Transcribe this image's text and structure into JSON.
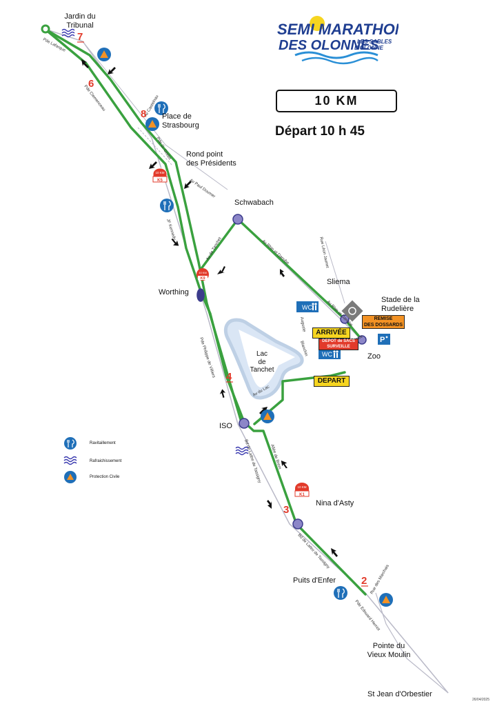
{
  "logo": {
    "line1": "Semi Marathon",
    "line2": "des Olonnes",
    "line3": "Les Sables d'Olonne"
  },
  "distance": "10 KM",
  "start_time": "Départ 10 h 45",
  "places": {
    "jardin": "Jardin du\nTribunal",
    "strasbourg": "Place de\nStrasbourg",
    "presidents": "Rond point\ndes Présidents",
    "schwabach": "Schwabach",
    "worthing": "Worthing",
    "sliema": "Sliema",
    "stade": "Stade de la\nRudelière",
    "zoo": "Zoo",
    "lac": "Lac\nde\nTanchet",
    "iso": "ISO",
    "nina": "Nina d'Asty",
    "puits": "Puits d'Enfer",
    "pointe": "Pointe du\nVieux Moulin",
    "stjean": "St Jean d'Orbestier"
  },
  "streets": {
    "lafarque": "Pde Lafarque",
    "clemenceau": "Pde Clemenceau",
    "castelnau": "Av Castelnau",
    "godet": "Pde G. Godet",
    "doumer": "Av Paul Doumer",
    "kennedy": "JF Kennedy",
    "tanchet": "Av de Tanchet",
    "rhin": "Av Rhin et Danube",
    "jaunet": "Rue Léon Jaunet",
    "rhin2": "Av Rhin et Danube",
    "auguste": "Auguste",
    "blanchin": "Blanchin",
    "tour": "Route du Tour\nde France",
    "lac": "Av du Lac",
    "villiers": "Pde Philippe de Villiers",
    "tassigny1": "Bd de Lattre de Tassigny",
    "brem": "Allée de Brem",
    "tassigny2": "Bd de Lattre de Tassigny",
    "marchais": "Rue des Marchais",
    "herriot": "Pde Edouard Herriot"
  },
  "km_markers": [
    "7",
    "6",
    "8",
    "4",
    "3",
    "2"
  ],
  "km_signs": [
    {
      "top": "10 KM",
      "bottom": "K5"
    },
    {
      "top": "10 KM",
      "bottom": "K9"
    },
    {
      "top": "10 KM",
      "bottom": "K1"
    }
  ],
  "tags": {
    "arrivee": "ARRIVÉE",
    "depart": "DEPART",
    "remise": "REMISE\nDES DOSSARDS",
    "depot": "DEPOT de SACS\nSURVEILLE",
    "wc1": "WC",
    "wc2": "WC"
  },
  "legend": {
    "ravitaillement": "Ravitaillement",
    "rafraichissement": "Rafraichissement",
    "protection": "Protection Civile"
  },
  "date": "26/04/2025",
  "colors": {
    "route": "#3aa13f",
    "road": "#b9b9c7",
    "blue": "#1f6fb8",
    "orange": "#f39224",
    "red": "#e23a2a",
    "yellow": "#f6d520"
  }
}
